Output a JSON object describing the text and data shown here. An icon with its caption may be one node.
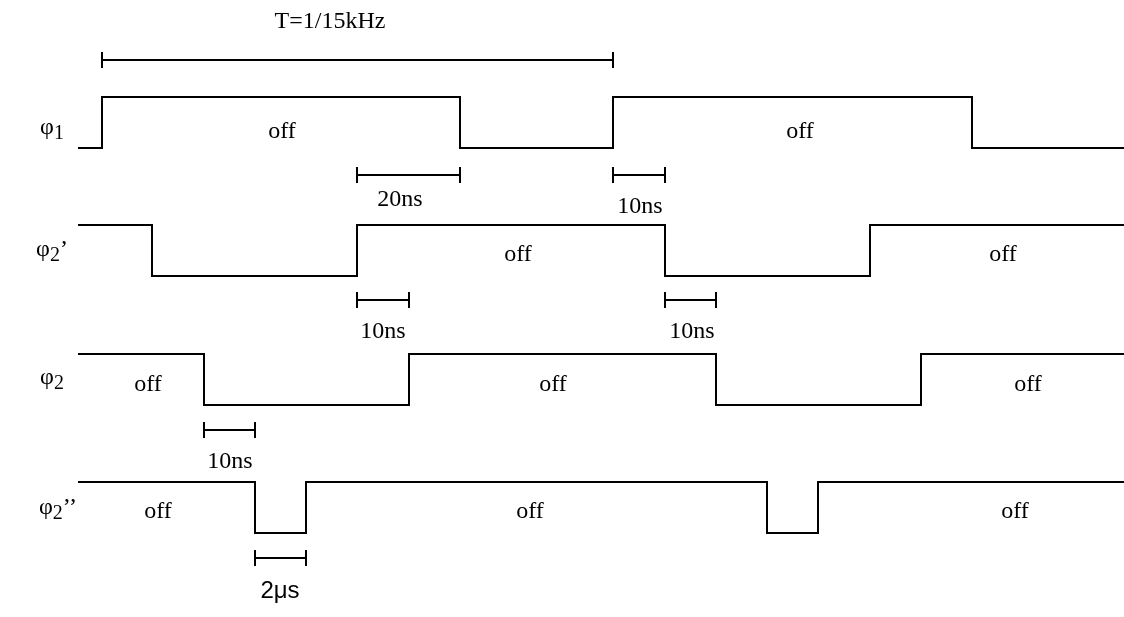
{
  "diagram": {
    "labels": [
      "T=1/15kHz",
      "φ$_{1}$",
      "off",
      "off",
      "20ns",
      "10ns",
      "φ$_{2}$’",
      "off",
      "off",
      "10ns",
      "10ns",
      "φ$_{2}$",
      "off",
      "off",
      "off",
      "10ns",
      "φ$_{2}$’’",
      "off",
      "off",
      "off",
      "2μs"
    ]
  }
}
